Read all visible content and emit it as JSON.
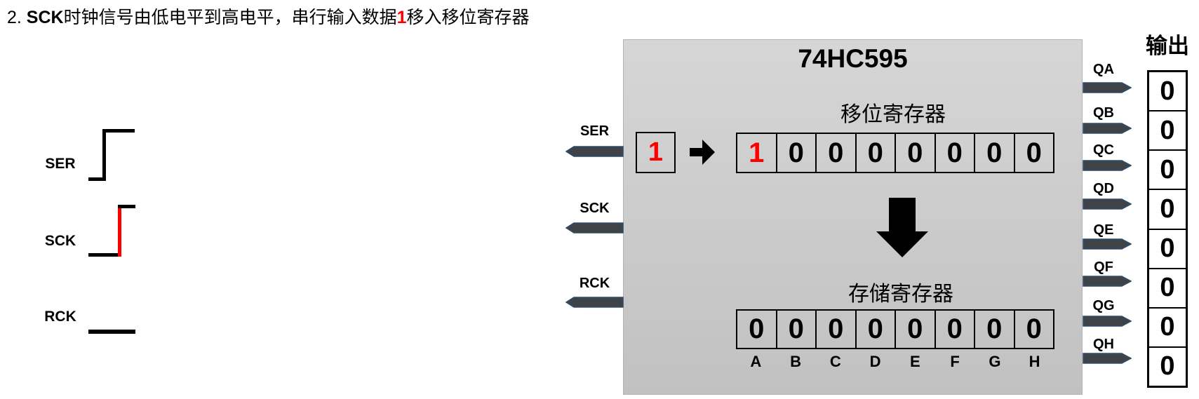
{
  "colors": {
    "ink": "#000000",
    "accent_red": "#ff0000",
    "pin_fill": "#3f4347",
    "pin_border": "#2e4d6b",
    "chip_bg_top": "#d6d6d7",
    "chip_bg_bottom": "#c1c1c2"
  },
  "title": {
    "number": "2. ",
    "signal": "SCK",
    "text_a": "时钟信号由低电平到高电平，串行输入数据",
    "value": "1",
    "text_b": "移入移位寄存器"
  },
  "timing": {
    "signals": [
      {
        "label": "SER"
      },
      {
        "label": "SCK"
      },
      {
        "label": "RCK"
      }
    ]
  },
  "chip": {
    "name": "74HC595",
    "input_pins": [
      {
        "label": "SER"
      },
      {
        "label": "SCK"
      },
      {
        "label": "RCK"
      }
    ],
    "serial_input": {
      "value": "1"
    },
    "shift_register": {
      "title": "移位寄存器",
      "cells": [
        "1",
        "0",
        "0",
        "0",
        "0",
        "0",
        "0",
        "0"
      ]
    },
    "storage_register": {
      "title": "存储寄存器",
      "cells": [
        "0",
        "0",
        "0",
        "0",
        "0",
        "0",
        "0",
        "0"
      ],
      "bit_labels": [
        "A",
        "B",
        "C",
        "D",
        "E",
        "F",
        "G",
        "H"
      ]
    },
    "output_pins": [
      "QA",
      "QB",
      "QC",
      "QD",
      "QE",
      "QF",
      "QG",
      "QH"
    ]
  },
  "output_panel": {
    "title": "输出",
    "values": [
      "0",
      "0",
      "0",
      "0",
      "0",
      "0",
      "0",
      "0"
    ]
  }
}
